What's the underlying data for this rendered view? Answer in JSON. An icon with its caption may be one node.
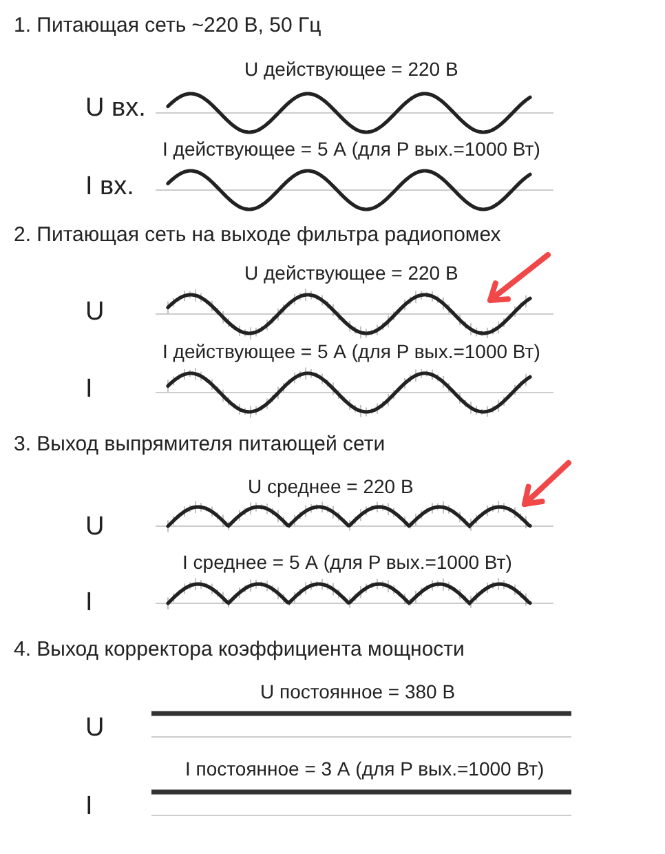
{
  "diagram": {
    "labels": [
      "1. Питающая сеть ~220 В, 50 Гц",
      "U действующее = 220 В",
      "U вх.",
      "I действующее = 5 А (для P вых.=1000 Вт)",
      "I вх.",
      "2. Питающая сеть на выходе фильтра радиопомех",
      "U действующее = 220 В",
      "U",
      "I действующее = 5 А (для P вых.=1000 Вт)",
      "I",
      "3. Выход выпрямителя питающей сети",
      "U среднее = 220 В",
      "U",
      "I среднее = 5 А (для P вых.=1000 Вт)",
      "I",
      "4. Выход корректора коэффициента мощности",
      "U постоянное = 380 В",
      "U",
      "I постоянное = 3 А (для P вых.=1000 Вт)",
      "I"
    ]
  }
}
